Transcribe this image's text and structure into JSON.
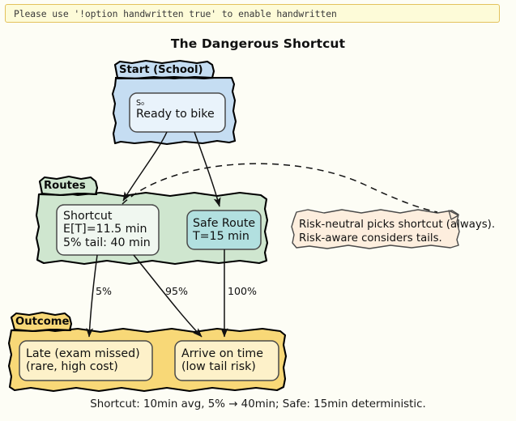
{
  "banner": {
    "message": "Please use '!option handwritten true' to enable handwritten"
  },
  "diagram": {
    "title": "The Dangerous Shortcut",
    "caption": "Shortcut: 10min avg, 5% → 40min; Safe: 15min deterministic."
  },
  "clusters": [
    {
      "id": "start",
      "label": "Start (School)",
      "fill": "#c5ddf2",
      "stroke": "#000000"
    },
    {
      "id": "routes",
      "label": "Routes",
      "fill": "#cfe6cf",
      "stroke": "#000000"
    },
    {
      "id": "outcome",
      "label": "Outcome",
      "fill": "#f8d877",
      "stroke": "#000000"
    }
  ],
  "nodes": [
    {
      "id": "s0",
      "sub": "S₀",
      "lines": [
        "Ready to bike"
      ],
      "fill": "#e9f3fb",
      "stroke": "#4a4a4a"
    },
    {
      "id": "shortcut",
      "lines": [
        "Shortcut",
        "E[T]=11.5 min",
        "5% tail: 40 min"
      ],
      "fill": "#f0f7f0",
      "stroke": "#4a4a4a"
    },
    {
      "id": "safe-route",
      "lines": [
        "Safe Route",
        "T=15 min"
      ],
      "fill": "#b2e0e0",
      "stroke": "#4a4a4a"
    },
    {
      "id": "late",
      "lines": [
        "Late (exam missed)",
        "(rare, high cost)"
      ],
      "fill": "#fdf1c9",
      "stroke": "#4a4a4a"
    },
    {
      "id": "arrive",
      "lines": [
        "Arrive on time",
        "(low tail risk)"
      ],
      "fill": "#fdf1c9",
      "stroke": "#4a4a4a"
    }
  ],
  "note": {
    "id": "risk-note",
    "lines": [
      "Risk-neutral picks shortcut (always).",
      "Risk-aware considers tails."
    ],
    "fill": "#fdeede",
    "stroke": "#4a4a4a"
  },
  "edges": [
    {
      "id": "start-to-shortcut",
      "label": "",
      "style": "solid"
    },
    {
      "id": "start-to-safe",
      "label": "",
      "style": "solid"
    },
    {
      "id": "shortcut-to-note",
      "label": "",
      "style": "dashed"
    },
    {
      "id": "shortcut-to-late",
      "label": "5%",
      "style": "solid"
    },
    {
      "id": "shortcut-to-arrive",
      "label": "95%",
      "style": "solid"
    },
    {
      "id": "safe-to-arrive",
      "label": "100%",
      "style": "solid"
    }
  ]
}
